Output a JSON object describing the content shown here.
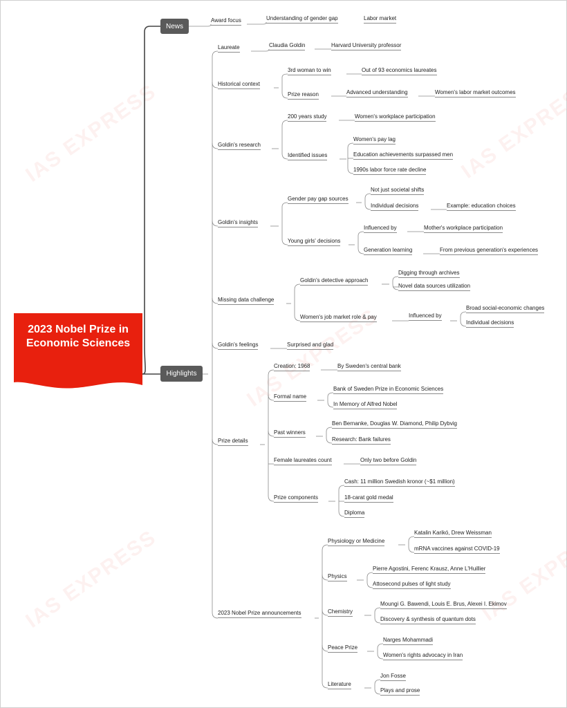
{
  "root": {
    "title": "2023 Nobel Prize in Economic Sciences",
    "color": "#e8200e"
  },
  "watermark": "IAS EXPRESS",
  "news": {
    "label": "News",
    "award_focus": "Award focus",
    "gender_gap": "Understanding of gender gap",
    "labor_market": "Labor market"
  },
  "highlights": {
    "label": "Highlights",
    "laureate": {
      "label": "Laureate",
      "name": "Claudia Goldin",
      "role": "Harvard University professor"
    },
    "historical": {
      "label": "Historical context",
      "third": "3rd woman to win",
      "out_of": "Out of 93 economics laureates",
      "reason": "Prize reason",
      "advanced": "Advanced understanding",
      "outcomes": "Women's labor market outcomes"
    },
    "research": {
      "label": "Goldin's research",
      "study": "200 years study",
      "participation": "Women's workplace participation",
      "issues": "Identified issues",
      "pay_lag": "Women's pay lag",
      "education": "Education achievements surpassed men",
      "decline": "1990s labor force rate decline"
    },
    "insights": {
      "label": "Goldin's insights",
      "sources": "Gender pay gap sources",
      "not_just": "Not just societal shifts",
      "individual": "Individual decisions",
      "example": "Example: education choices",
      "girls": "Young girls' decisions",
      "influenced": "Influenced by",
      "mother": "Mother's workplace participation",
      "generation": "Generation learning",
      "previous": "From previous generation's experiences"
    },
    "missing": {
      "label": "Missing data challenge",
      "detective": "Goldin's detective approach",
      "archives": "Digging through archives",
      "novel": "Novel data sources utilization",
      "role": "Women's job market role & pay",
      "influenced": "Influenced by",
      "broad": "Broad social-economic changes",
      "individual": "Individual decisions"
    },
    "feelings": {
      "label": "Goldin's feelings",
      "value": "Surprised and glad"
    },
    "prize": {
      "label": "Prize details",
      "creation": "Creation: 1968",
      "central_bank": "By Sweden's central bank",
      "formal": "Formal name",
      "bank_prize": "Bank of Sweden Prize in Economic Sciences",
      "memory": "In Memory of Alfred Nobel",
      "past": "Past winners",
      "bernanke": "Ben Bernanke, Douglas W. Diamond, Philip Dybvig",
      "bank_failures": "Research: Bank failures",
      "female": "Female laureates count",
      "only_two": "Only two before Goldin",
      "components": "Prize components",
      "cash": "Cash: 11 million Swedish kronor (~$1 million)",
      "medal": "18-carat gold medal",
      "diploma": "Diploma"
    },
    "announcements": {
      "label": "2023 Nobel Prize announcements",
      "physiology": "Physiology or Medicine",
      "kariko": "Katalin Karikó, Drew Weissman",
      "mrna": "mRNA vaccines against COVID-19",
      "physics": "Physics",
      "agostini": "Pierre Agostini, Ferenc Krausz, Anne L'Huillier",
      "attosecond": "Attosecond pulses of light study",
      "chemistry": "Chemistry",
      "bawendi": "Moungi G. Bawendi, Louis E. Brus, Alexei I. Ekimov",
      "quantum": "Discovery & synthesis of quantum dots",
      "peace": "Peace Prize",
      "narges": "Narges Mohammadi",
      "rights": "Women's rights advocacy in Iran",
      "literature": "Literature",
      "fosse": "Jon Fosse",
      "plays": "Plays and prose"
    }
  }
}
